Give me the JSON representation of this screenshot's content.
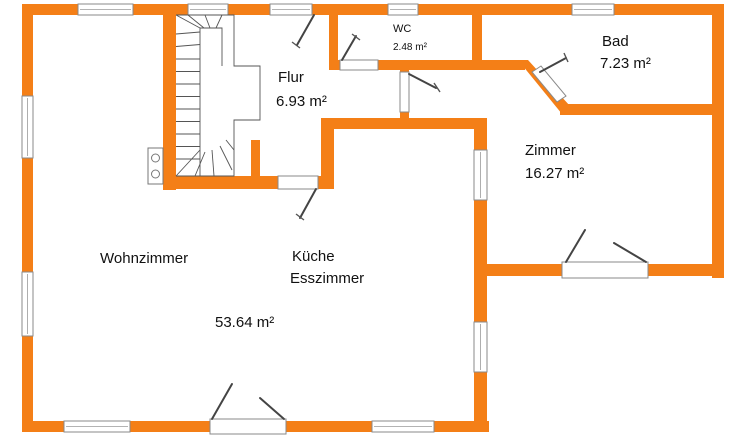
{
  "rooms": {
    "wohnzimmer": {
      "name": "Wohnzimmer"
    },
    "kueche": {
      "name_line1": "Küche",
      "name_line2": "Esszimmer",
      "area": "53.64 m²"
    },
    "flur": {
      "name": "Flur",
      "area": "6.93 m²"
    },
    "wc": {
      "name": "WC",
      "area": "2.48 m²"
    },
    "bad": {
      "name": "Bad",
      "area": "7.23 m²"
    },
    "zimmer": {
      "name": "Zimmer",
      "area": "16.27 m²"
    }
  },
  "colors": {
    "wall": "#f47f17",
    "window_frame": "#8a8a8a",
    "background": "#ffffff"
  }
}
